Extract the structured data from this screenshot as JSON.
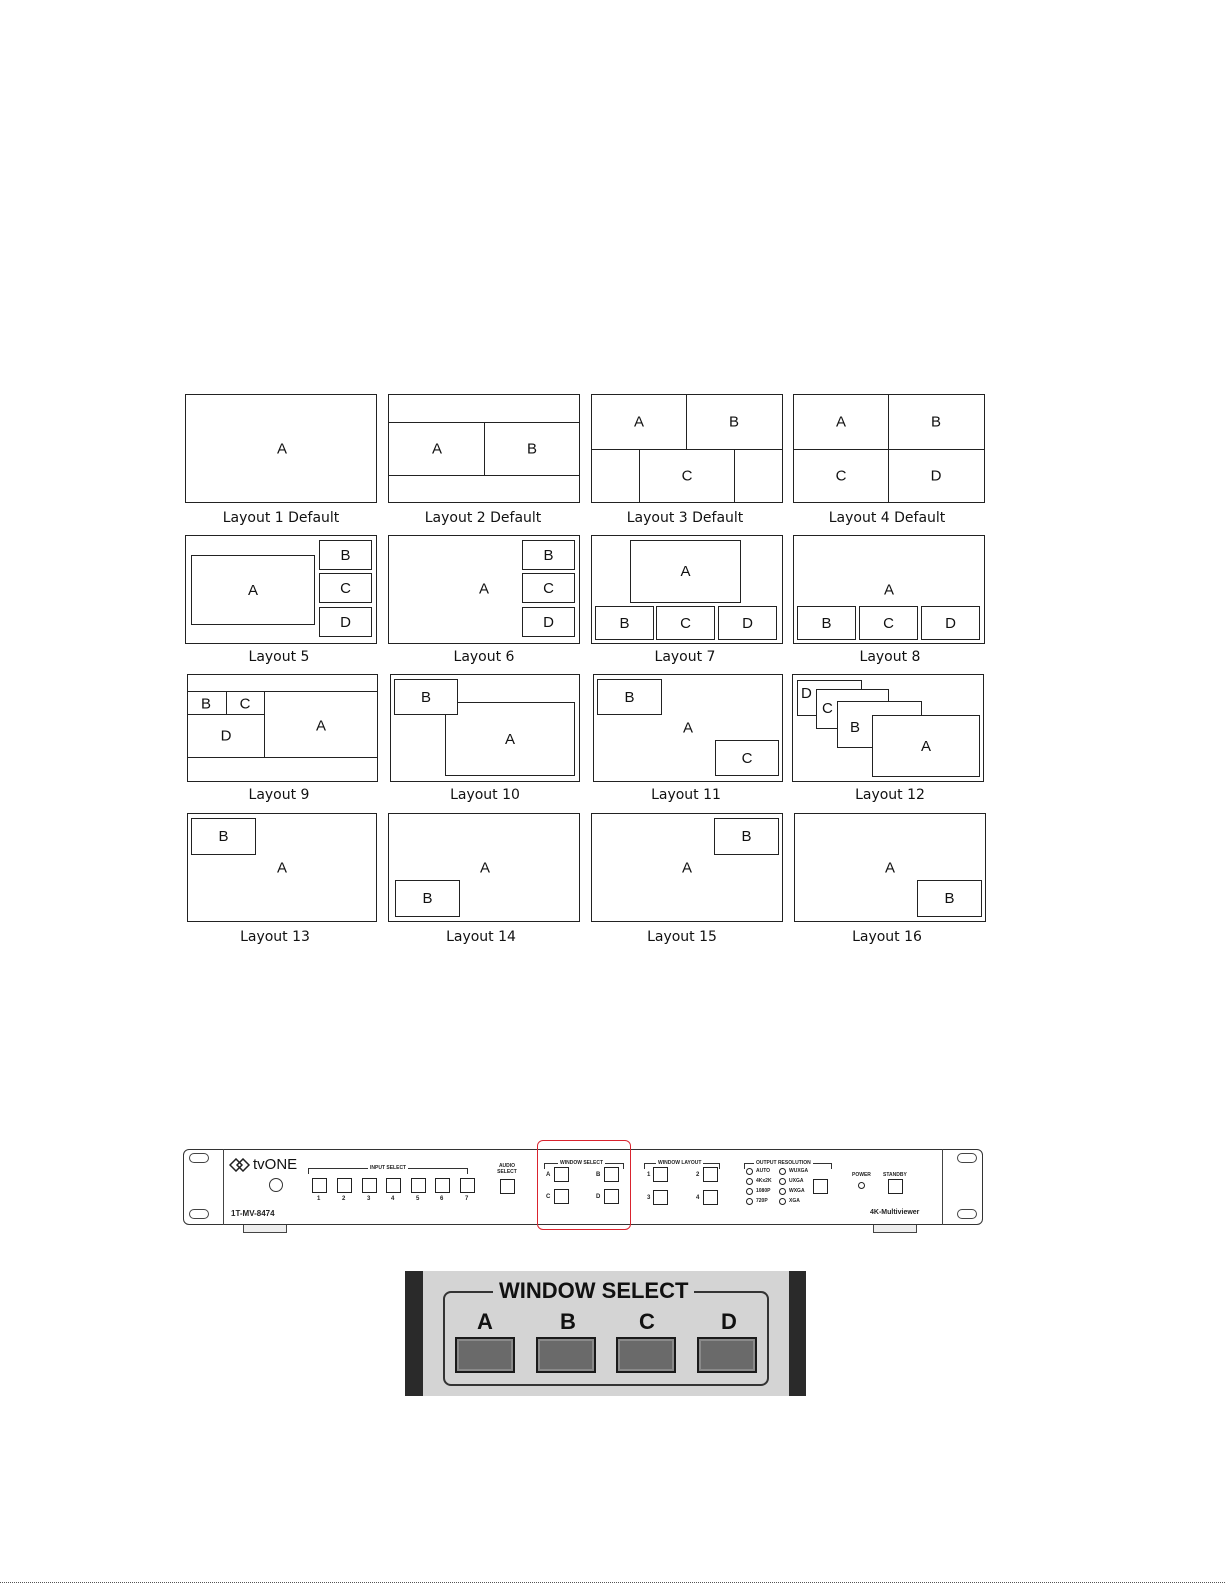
{
  "layouts": [
    {
      "caption": "Layout 1 Default",
      "windows": [
        "A"
      ]
    },
    {
      "caption": "Layout 2 Default",
      "windows": [
        "A",
        "B"
      ]
    },
    {
      "caption": "Layout 3 Default",
      "windows": [
        "A",
        "B",
        "C"
      ]
    },
    {
      "caption": "Layout 4 Default",
      "windows": [
        "A",
        "B",
        "C",
        "D"
      ]
    },
    {
      "caption": "Layout 5",
      "windows": [
        "A",
        "B",
        "C",
        "D"
      ]
    },
    {
      "caption": "Layout 6",
      "windows": [
        "A",
        "B",
        "C",
        "D"
      ]
    },
    {
      "caption": "Layout 7",
      "windows": [
        "A",
        "B",
        "C",
        "D"
      ]
    },
    {
      "caption": "Layout 8",
      "windows": [
        "A",
        "B",
        "C",
        "D"
      ]
    },
    {
      "caption": "Layout 9",
      "windows": [
        "B",
        "C",
        "D",
        "A"
      ]
    },
    {
      "caption": "Layout 10",
      "windows": [
        "B",
        "A"
      ]
    },
    {
      "caption": "Layout 11",
      "windows": [
        "B",
        "A",
        "C"
      ]
    },
    {
      "caption": "Layout 12",
      "windows": [
        "D",
        "C",
        "B",
        "A"
      ]
    },
    {
      "caption": "Layout 13",
      "windows": [
        "B",
        "A"
      ]
    },
    {
      "caption": "Layout 14",
      "windows": [
        "A",
        "B"
      ]
    },
    {
      "caption": "Layout 15",
      "windows": [
        "B",
        "A"
      ]
    },
    {
      "caption": "Layout 16",
      "windows": [
        "A",
        "B"
      ]
    }
  ],
  "device": {
    "brand": "tvONE",
    "model": "1T-MV-8474",
    "product": "4K-Multiviewer",
    "input_select_label": "INPUT SELECT",
    "inputs": [
      "1",
      "2",
      "3",
      "4",
      "5",
      "6",
      "7"
    ],
    "audio_select_label": "AUDIO SELECT",
    "window_select_label": "WINDOW SELECT",
    "window_buttons": [
      "A",
      "B",
      "C",
      "D"
    ],
    "window_layout_label": "WINDOW LAYOUT",
    "layout_buttons": [
      "1",
      "2",
      "3",
      "4"
    ],
    "output_resolution_label": "OUTPUT RESOLUTION",
    "resolutions": [
      "AUTO",
      "4Kx2K",
      "1080P",
      "720P",
      "WUXGA",
      "UXGA",
      "WXGA",
      "XGA"
    ],
    "power_label": "POWER",
    "standby_label": "STANDBY",
    "highlight_color": "#d9232e"
  },
  "zoom": {
    "title": "WINDOW SELECT",
    "buttons": [
      "A",
      "B",
      "C",
      "D"
    ]
  }
}
